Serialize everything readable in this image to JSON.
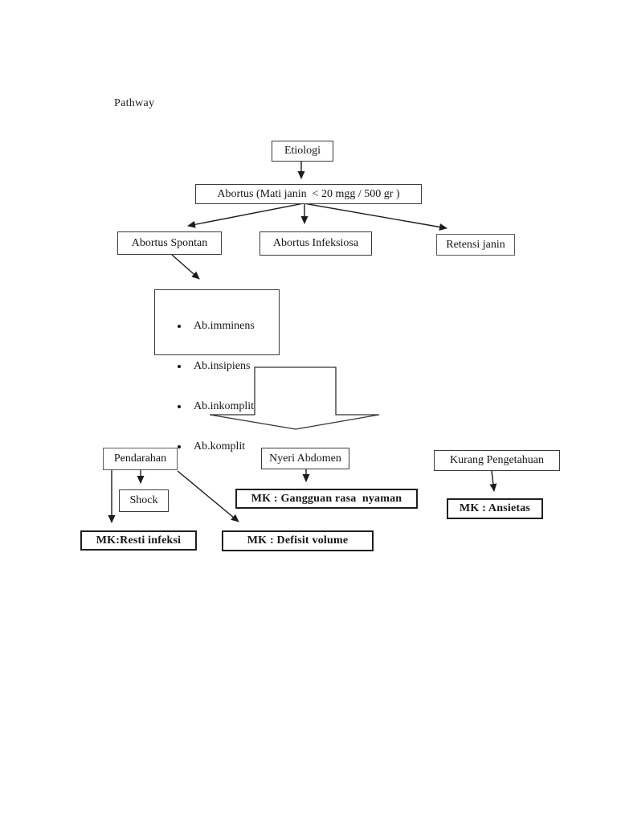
{
  "page": {
    "heading": "Pathway"
  },
  "diagram": {
    "nodes": {
      "etiologi": {
        "label": "Etiologi"
      },
      "abortus": {
        "label": "Abortus (Mati janin  < 20 mgg / 500 gr )"
      },
      "abortus_spontan": {
        "label": "Abortus Spontan"
      },
      "abortus_infeksiosa": {
        "label": "Abortus Infeksiosa"
      },
      "retensi_janin": {
        "label": "Retensi janin"
      },
      "spontan_types": {
        "items": [
          "Ab.imminens",
          "Ab.insipiens",
          "Ab.inkomplit",
          "Ab.komplit"
        ]
      },
      "pendarahan": {
        "label": "Pendarahan"
      },
      "nyeri_abdomen": {
        "label": "Nyeri Abdomen"
      },
      "kurang_pengetahuan": {
        "label": "Kurang Pengetahuan"
      },
      "shock": {
        "label": "Shock"
      },
      "mk_gangguan": {
        "label": "MK : Gangguan rasa  nyaman"
      },
      "mk_ansietas": {
        "label": "MK : Ansietas"
      },
      "mk_resti": {
        "label": "MK:Resti infeksi"
      },
      "mk_defisit": {
        "label": "MK : Defisit volume"
      }
    },
    "colors": {
      "ink": "#1c1c1c",
      "box_border": "#3c3c3c",
      "page_background": "#ffffff"
    }
  }
}
